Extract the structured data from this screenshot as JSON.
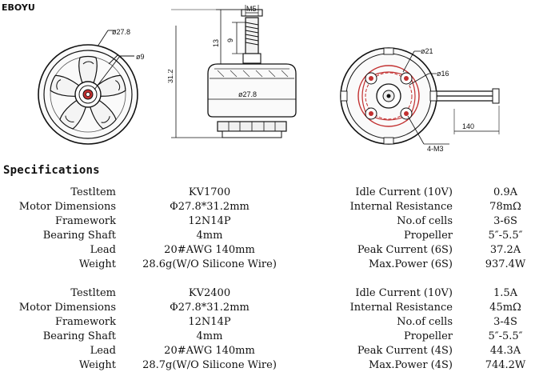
{
  "brand": "EBOYU",
  "drawings": {
    "front": {
      "dims": [
        "ø27.8",
        "ø9"
      ]
    },
    "side": {
      "dims": [
        "M5",
        "9",
        "13",
        "31.2",
        "ø27.8"
      ]
    },
    "bottom": {
      "dims": [
        "ø21",
        "ø16",
        "140",
        "4-M3"
      ]
    }
  },
  "specifications": {
    "title": "Specifications",
    "tables": [
      {
        "left": [
          {
            "label": "Testltem",
            "value": "KV1700"
          },
          {
            "label": "Motor Dimensions",
            "value": "Φ27.8*31.2mm"
          },
          {
            "label": "Framework",
            "value": "12N14P"
          },
          {
            "label": "Bearing Shaft",
            "value": "4mm"
          },
          {
            "label": "Lead",
            "value": "20#AWG 140mm"
          },
          {
            "label": "Weight",
            "value": "28.6g(W/O Silicone Wire)"
          }
        ],
        "right": [
          {
            "label": "Idle Current (10V)",
            "value": "0.9A"
          },
          {
            "label": "Internal Resistance",
            "value": "78mΩ"
          },
          {
            "label": "No.of cells",
            "value": "3-6S"
          },
          {
            "label": "Propeller",
            "value": "5″-5.5″"
          },
          {
            "label": "Peak Current (6S)",
            "value": "37.2A"
          },
          {
            "label": "Max.Power (6S)",
            "value": "937.4W"
          }
        ]
      },
      {
        "left": [
          {
            "label": "Testltem",
            "value": "KV2400"
          },
          {
            "label": "Motor Dimensions",
            "value": "Φ27.8*31.2mm"
          },
          {
            "label": "Framework",
            "value": "12N14P"
          },
          {
            "label": "Bearing Shaft",
            "value": "4mm"
          },
          {
            "label": "Lead",
            "value": "20#AWG 140mm"
          },
          {
            "label": "Weight",
            "value": "28.7g(W/O Silicone Wire)"
          }
        ],
        "right": [
          {
            "label": "Idle Current (10V)",
            "value": "1.5A"
          },
          {
            "label": "Internal Resistance",
            "value": "45mΩ"
          },
          {
            "label": "No.of cells",
            "value": "3-4S"
          },
          {
            "label": "Propeller",
            "value": "5″-5.5″"
          },
          {
            "label": "Peak Current (4S)",
            "value": "44.3A"
          },
          {
            "label": "Max.Power (4S)",
            "value": "744.2W"
          }
        ]
      }
    ]
  }
}
